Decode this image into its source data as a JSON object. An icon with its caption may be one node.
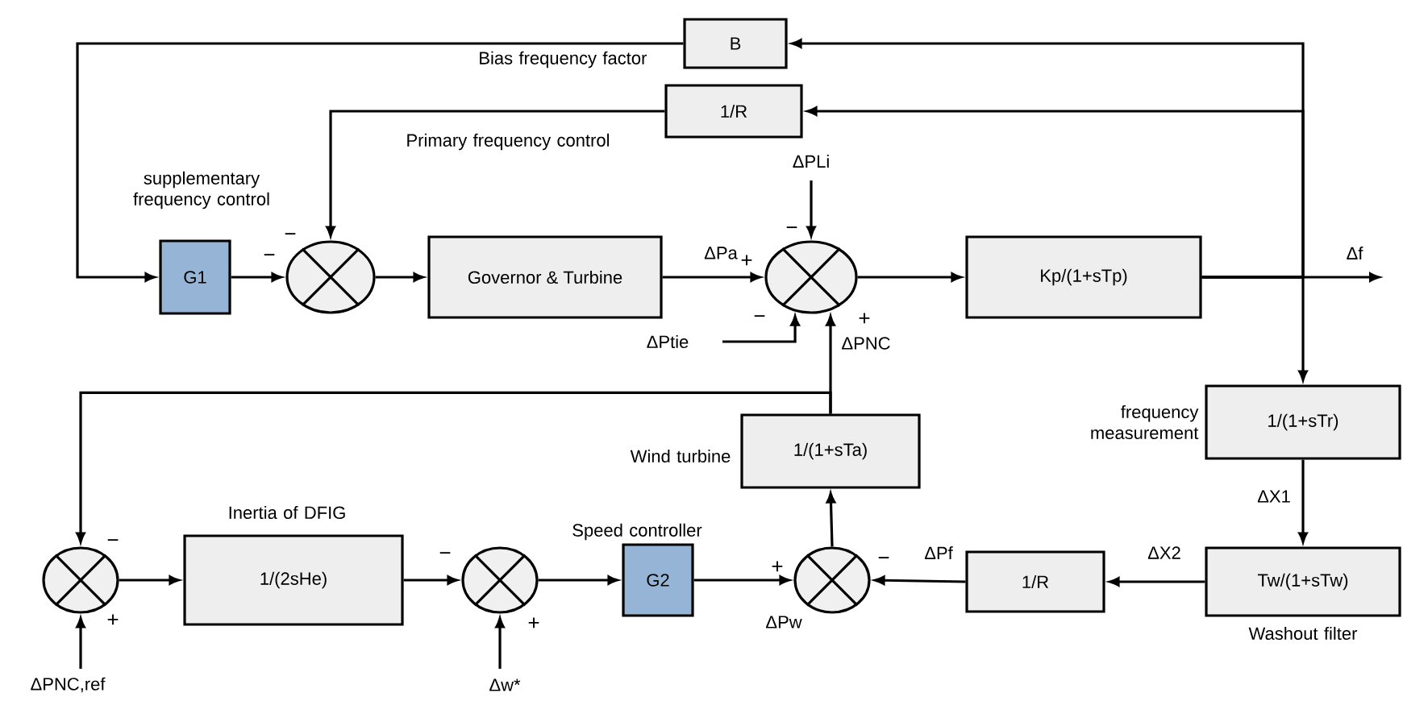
{
  "diagram": {
    "nodes": [
      {
        "text": [
          "B"
        ],
        "beside": [
          "Bias frequency factor"
        ]
      },
      {
        "text": [
          "1/R"
        ],
        "beside": [
          "Primary frequency control"
        ]
      },
      {
        "text": [
          "G1"
        ],
        "beside": [
          "supplementary frequency control"
        ]
      },
      {
        "text": [],
        "shape": "circle"
      },
      {
        "text": [
          "Governor & Turbine"
        ]
      },
      {
        "text": [],
        "shape": "circle"
      },
      {
        "text": [
          "Kp/(1+sTp)"
        ]
      },
      {
        "text": [
          "1/(1+sTr)"
        ],
        "beside": [
          "frequency measurement"
        ]
      },
      {
        "text": [
          "Tw/(1+sTw)"
        ],
        "beside": [
          "Washout filter"
        ]
      },
      {
        "text": [
          "1/R"
        ]
      },
      {
        "text": [],
        "shape": "circle"
      },
      {
        "text": [
          "1/(1+sTa)"
        ],
        "beside": [
          "Wind turbine"
        ]
      },
      {
        "text": [
          "G2"
        ],
        "beside": [
          "Speed controller"
        ]
      },
      {
        "text": [],
        "shape": "circle"
      },
      {
        "text": [
          "1/(2sHe)"
        ],
        "beside": [
          "Inertia of DFIG"
        ]
      },
      {
        "text": [],
        "shape": "circle"
      }
    ],
    "edges": [
      {
        "from": 6,
        "to": null,
        "arrow": "to",
        "label": "Δf"
      },
      {
        "from": 6,
        "to": 0,
        "arrow": "to"
      },
      {
        "from": 6,
        "to": 1,
        "arrow": "to"
      },
      {
        "from": 6,
        "to": 7,
        "arrow": "to"
      },
      {
        "from": 0,
        "to": 2,
        "arrow": "to"
      },
      {
        "from": 1,
        "to": 3,
        "arrow": "to"
      },
      {
        "from": 2,
        "to": 3,
        "arrow": "to"
      },
      {
        "from": 3,
        "to": 4,
        "arrow": "to"
      },
      {
        "from": 4,
        "to": 5,
        "arrow": "to",
        "label": "ΔPa"
      },
      {
        "from": null,
        "to": 5,
        "arrow": "to",
        "label": "ΔPLi"
      },
      {
        "from": null,
        "to": 5,
        "arrow": "to",
        "label": "ΔPtie"
      },
      {
        "from": 11,
        "to": 5,
        "arrow": "to",
        "label": "ΔPNC"
      },
      {
        "from": 11,
        "to": 15,
        "arrow": "to"
      },
      {
        "from": 5,
        "to": 6,
        "arrow": "to"
      },
      {
        "from": 7,
        "to": 8,
        "arrow": "to",
        "label": "ΔX1"
      },
      {
        "from": 8,
        "to": 9,
        "arrow": "to",
        "label": "ΔX2"
      },
      {
        "from": 9,
        "to": 10,
        "arrow": "to",
        "label": "ΔPf"
      },
      {
        "from": 10,
        "to": 11,
        "arrow": "to"
      },
      {
        "from": 12,
        "to": 10,
        "arrow": "to",
        "label": "ΔPw"
      },
      {
        "from": 13,
        "to": 12,
        "arrow": "to"
      },
      {
        "from": 14,
        "to": 13,
        "arrow": "to"
      },
      {
        "from": 15,
        "to": 14,
        "arrow": "to"
      },
      {
        "from": null,
        "to": 15,
        "arrow": "to",
        "label": "ΔPNC,ref"
      },
      {
        "from": null,
        "to": 13,
        "arrow": "to",
        "label": "Δw*"
      }
    ],
    "labels": [
      "−",
      "−",
      "−",
      "+",
      "−",
      "+",
      "−",
      "+",
      "−",
      "+",
      "+",
      "−"
    ]
  }
}
